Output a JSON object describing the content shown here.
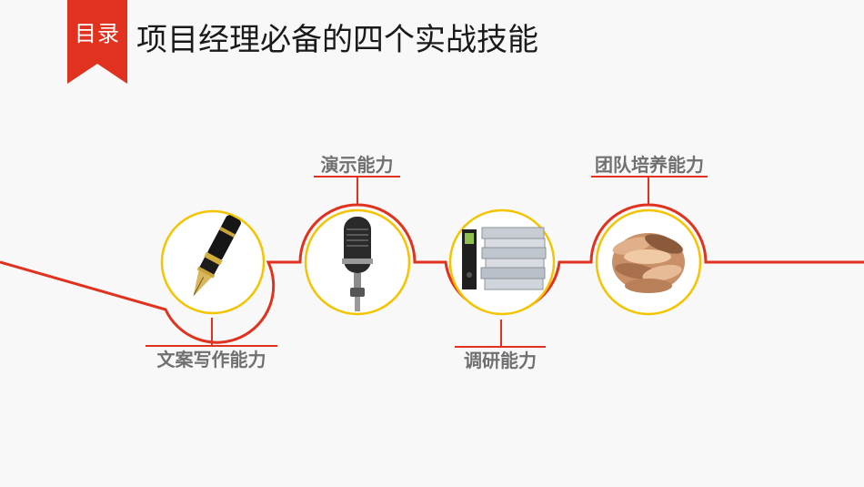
{
  "header": {
    "badge_label": "目录",
    "title": "项目经理必备的四个实战技能"
  },
  "skills": [
    {
      "label": "文案写作能力",
      "icon": "fountain-pen-icon"
    },
    {
      "label": "演示能力",
      "icon": "microphone-icon"
    },
    {
      "label": "调研能力",
      "icon": "document-stack-icon"
    },
    {
      "label": "团队培养能力",
      "icon": "team-hands-icon"
    }
  ],
  "colors": {
    "accent_red": "#e0321f",
    "ring_yellow": "#f5c400",
    "label_gray": "#707070",
    "background": "#f8f8f8"
  }
}
